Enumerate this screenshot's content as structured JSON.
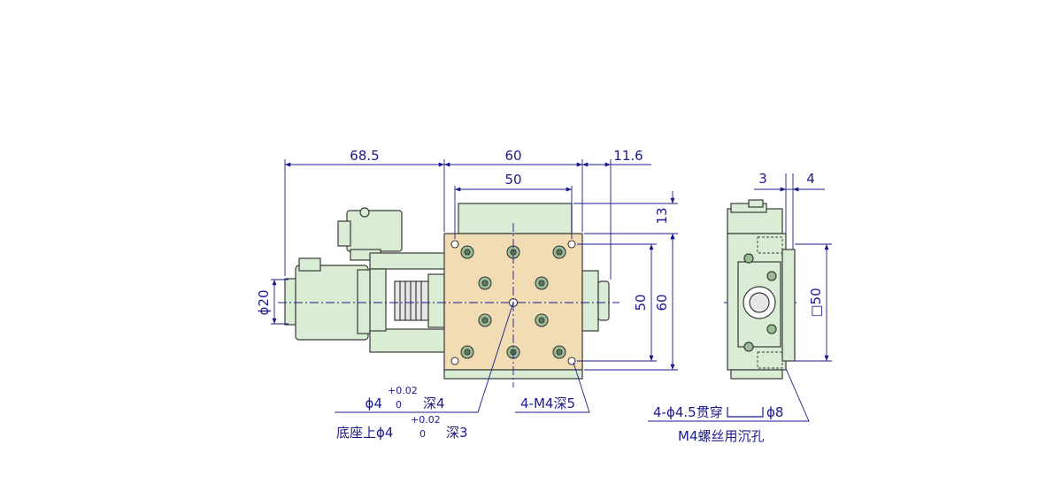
{
  "colors": {
    "dimension": "#1a1a8c",
    "outline": "#3a3a3a",
    "table_fill": "#f2dcb3",
    "body_fill": "#d9ecd4",
    "bolt_fill": "#8fae8b",
    "centerline": "#1a1a8c"
  },
  "dims": {
    "motor_length": "68.5",
    "table_width": "60",
    "hole_pitch_x": "50",
    "knob_offset": "11.6",
    "top_offset": "13",
    "hole_pitch_y": "50",
    "table_height": "60",
    "motor_diameter": "ϕ20",
    "side_a": "3",
    "side_b": "4",
    "side_square": "□50"
  },
  "notes": {
    "pin_hole": {
      "prefix": "ϕ4",
      "tol_upper": "+0.02",
      "tol_lower": "0",
      "suffix": "深4"
    },
    "base_pin_hole": {
      "prefix": "底座上ϕ4",
      "tol_upper": "+0.02",
      "tol_lower": "0",
      "suffix": "深3"
    },
    "tapped_holes": "4-M4深5",
    "through_holes": "4-ϕ4.5贯穿",
    "counterbore": "ϕ8",
    "counterbore_note": "M4螺丝用沉孔"
  }
}
